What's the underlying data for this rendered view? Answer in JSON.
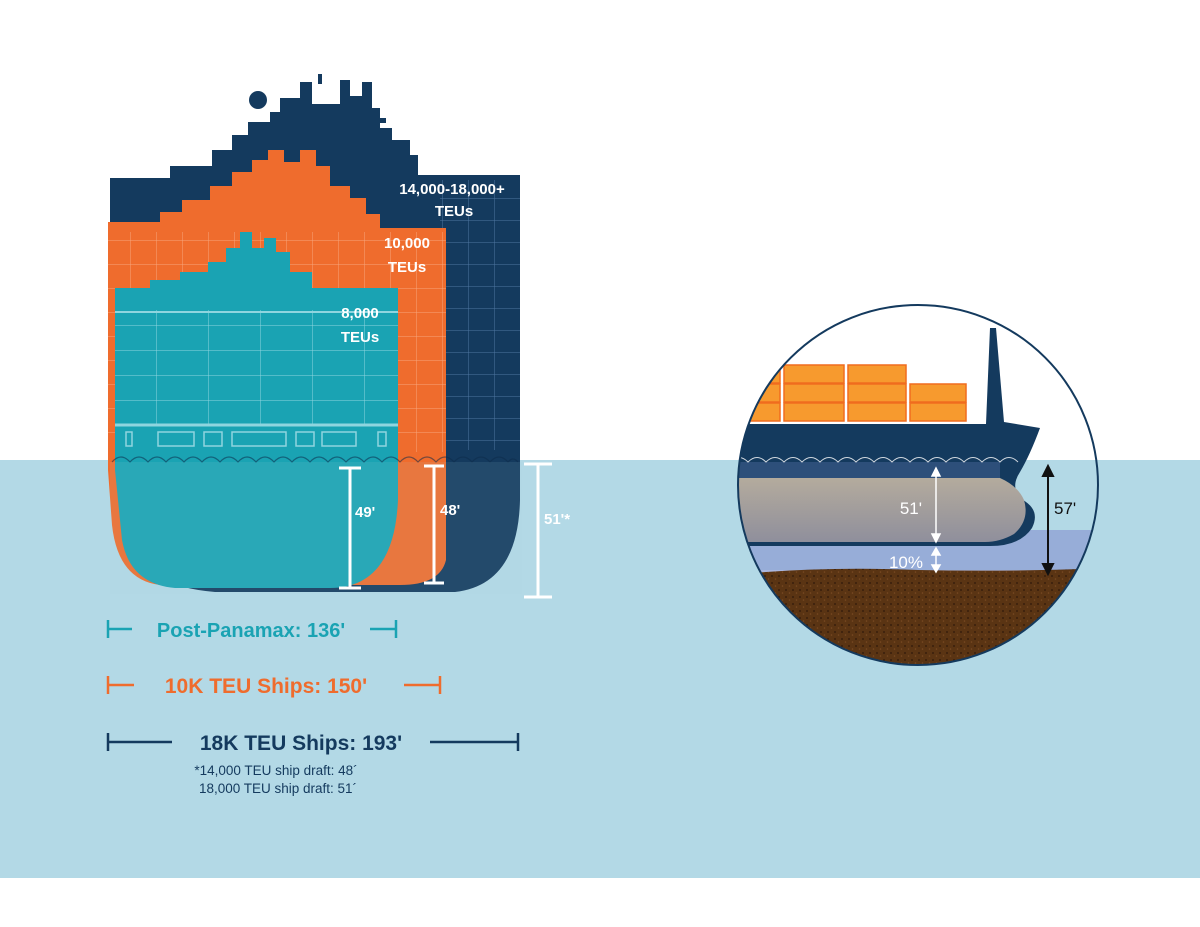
{
  "colors": {
    "navy": "#143a5e",
    "orange": "#ef6c2d",
    "teal": "#1aa3b3",
    "water": "#b3d9e6",
    "white": "#ffffff",
    "container_orange": "#f79a2e",
    "channel_blue": "#8d9dd3",
    "mud_brown": "#5a3413",
    "draft_gray": "#aaa39b"
  },
  "ships": {
    "large": {
      "teu_line1": "14,000-18,000+",
      "teu_line2": "TEUs",
      "draft": "51'*"
    },
    "medium": {
      "teu_line1": "10,000",
      "teu_line2": "TEUs",
      "draft": "48'"
    },
    "small": {
      "teu_line1": "8,000",
      "teu_line2": "TEUs",
      "draft": "49'"
    }
  },
  "beams": {
    "post_panamax": "Post-Panamax: 136'",
    "ten_k": "10K TEU Ships: 150'",
    "eighteen_k": "18K TEU Ships: 193'"
  },
  "footnote": {
    "line1": "*14,000 TEU ship draft: 48´",
    "line2": "18,000 TEU ship draft: 51´"
  },
  "inset": {
    "draft": "51'",
    "clearance": "10%",
    "channel_depth": "57'"
  }
}
